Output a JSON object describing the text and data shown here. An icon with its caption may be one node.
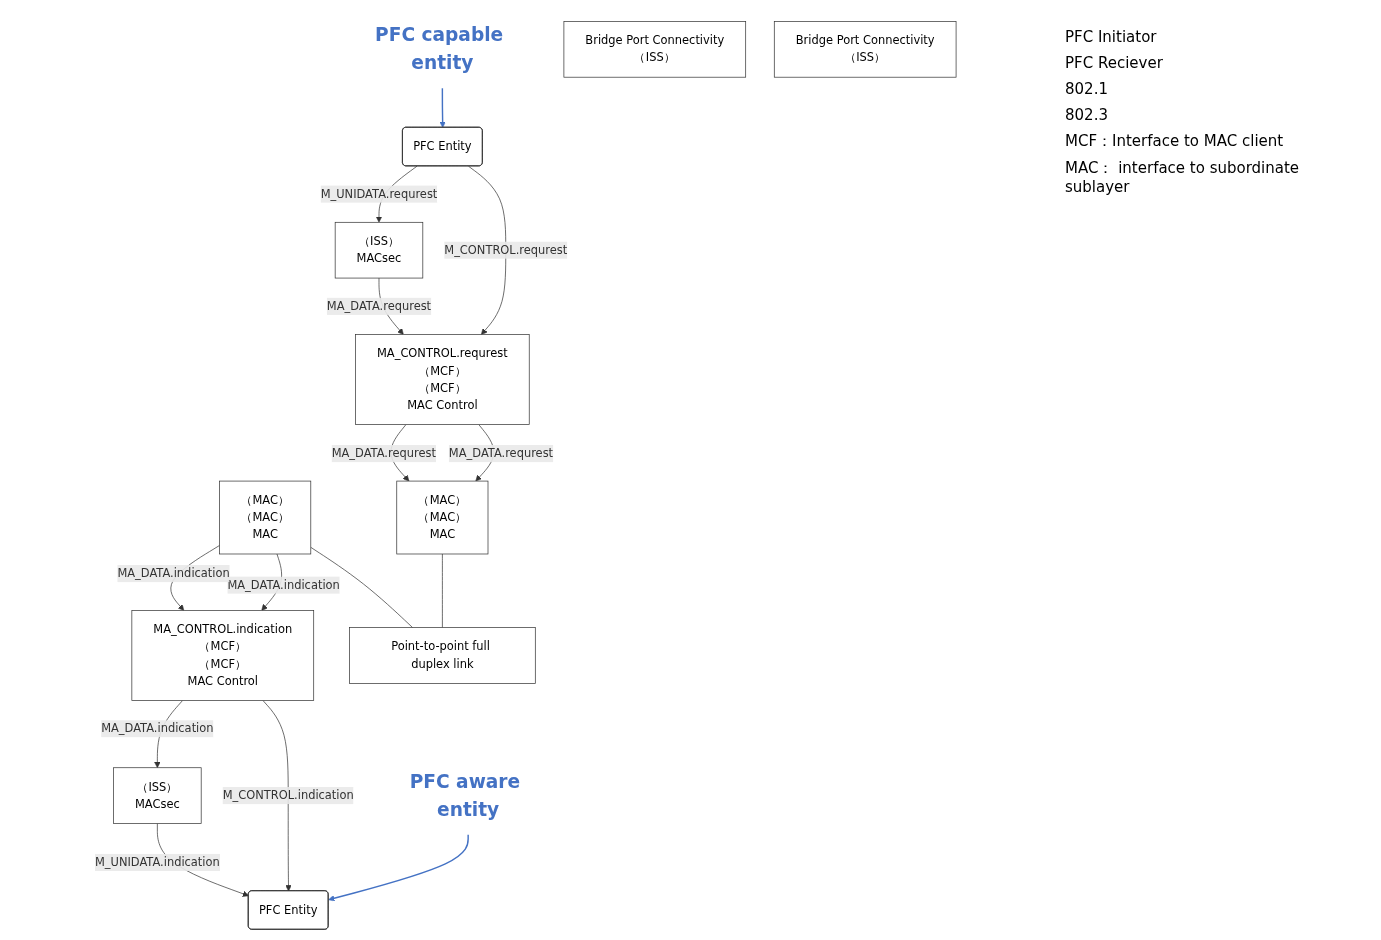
{
  "diagram": {
    "nodes": [
      {
        "text": [
          "PFC capable entity"
        ]
      },
      {
        "text": [
          "PFC aware entity"
        ]
      },
      {
        "text": [
          "PFC Entity"
        ]
      },
      {
        "text": [
          "PFC Entity"
        ]
      },
      {
        "text": [
          "Bridge Port Connectivity",
          "（ISS）"
        ]
      },
      {
        "text": [
          "（ISS）",
          "MACsec"
        ]
      },
      {
        "text": [
          "MA_CONTROL.requrest",
          "（MCF）",
          "（MCF）",
          "MAC Control"
        ]
      },
      {
        "text": [
          "（MAC）",
          "（MAC）",
          "MAC"
        ]
      },
      {
        "text": [
          "Bridge Port Connectivity",
          "（ISS）"
        ]
      },
      {
        "text": [
          "（ISS）",
          "MACsec"
        ]
      },
      {
        "text": [
          "MA_CONTROL.indication",
          "（MCF）",
          "（MCF）",
          "MAC Control"
        ]
      },
      {
        "text": [
          "（MAC）",
          "（MAC）",
          "MAC"
        ]
      },
      {
        "text": [
          "Point-to-point full duplex link"
        ]
      }
    ],
    "edges": [
      {
        "from": 0,
        "to": 2,
        "arrow": "to",
        "color": "#4472c4"
      },
      {
        "from": 1,
        "to": 3,
        "arrow": "to",
        "color": "#4472c4"
      },
      {
        "from": 2,
        "to": 6,
        "arrow": "to",
        "label": "M_CONTROL.requrest"
      },
      {
        "from": 2,
        "to": 5,
        "arrow": "to",
        "label": "M_UNIDATA.requrest"
      },
      {
        "from": 5,
        "to": 6,
        "arrow": "to",
        "label": "MA_DATA.requrest"
      },
      {
        "from": 6,
        "to": 7,
        "arrow": "to",
        "label": "MA_DATA.requrest"
      },
      {
        "from": 6,
        "to": 7,
        "arrow": "to",
        "label": "MA_DATA.requrest"
      },
      {
        "from": 10,
        "to": 3,
        "arrow": "to",
        "label": "M_CONTROL.indication"
      },
      {
        "from": 9,
        "to": 3,
        "arrow": "to",
        "label": "M_UNIDATA.indication"
      },
      {
        "from": 10,
        "to": 9,
        "arrow": "to",
        "label": "MA_DATA.indication"
      },
      {
        "from": 11,
        "to": 10,
        "arrow": "to",
        "label": "MA_DATA.indication"
      },
      {
        "from": 11,
        "to": 10,
        "arrow": "to",
        "label": "MA_DATA.indication"
      },
      {
        "from": 7,
        "to": 12,
        "arrow": "none"
      },
      {
        "from": 11,
        "to": 12,
        "arrow": "none"
      }
    ],
    "labels": [
      "PFC Initiator",
      "PFC Reciever",
      "802.1",
      "802.3",
      "MCF：Interface to MAC client",
      "MAC： interface to subordinate sublayer"
    ]
  }
}
